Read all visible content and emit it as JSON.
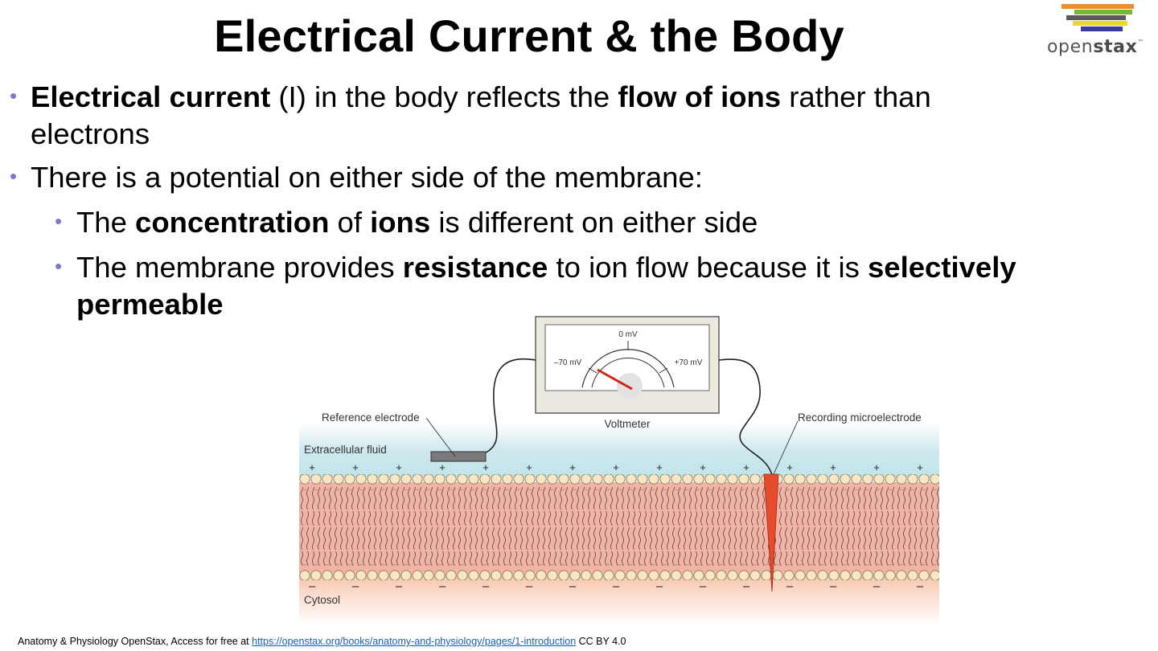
{
  "title": "Electrical Current & the Body",
  "logo": {
    "text_light": "open",
    "text_bold": "stax",
    "tm": "™",
    "stripes": [
      "#f28c28",
      "#77b833",
      "#5a5a5a",
      "#e8d82a",
      "#3a3a9a"
    ]
  },
  "bullets": {
    "b1_bold1": "Electrical current",
    "b1_text1": " (I) in the body reflects the ",
    "b1_bold2": "flow of ions",
    "b1_text2": " rather than electrons",
    "b2_text": "There is a potential on either side of the membrane:",
    "b3_text1": "The ",
    "b3_bold1": "concentration",
    "b3_text2": " of ",
    "b3_bold2": "ions",
    "b3_text3": " is different on either side",
    "b4_text1": "The membrane provides ",
    "b4_bold1": "resistance",
    "b4_text2": " to ion flow because it is ",
    "b4_bold2": "selectively permeable",
    "bullet_color": "#7a7acb"
  },
  "diagram": {
    "meter_zero": "0 mV",
    "meter_neg": "–70 mV",
    "meter_pos": "+70 mV",
    "voltmeter_label": "Voltmeter",
    "reference_label": "Reference electrode",
    "recording_label": "Recording microelectrode",
    "extracellular_label": "Extracellular fluid",
    "cytosol_label": "Cytosol",
    "plus_sign": "+",
    "minus_sign": "–"
  },
  "footer": {
    "text": "Anatomy & Physiology OpenStax, Access for free at ",
    "link": "https://openstax.org/books/anatomy-and-physiology/pages/1-introduction",
    "license": " CC BY 4.0"
  }
}
